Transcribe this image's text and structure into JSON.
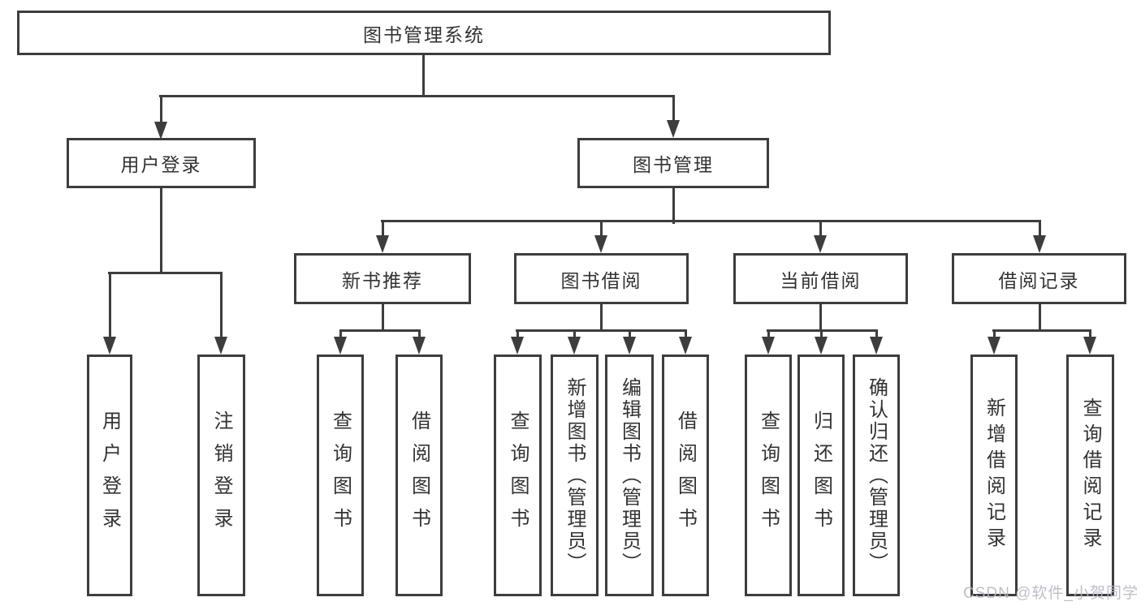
{
  "diagram": {
    "root": {
      "label": "图书管理系统"
    },
    "branches": [
      {
        "label": "用户登录",
        "children": [
          {
            "label": "用户登录"
          },
          {
            "label": "注销登录"
          }
        ]
      },
      {
        "label": "图书管理",
        "children": [
          {
            "label": "新书推荐",
            "children": [
              {
                "label": "查询图书"
              },
              {
                "label": "借阅图书"
              }
            ]
          },
          {
            "label": "图书借阅",
            "children": [
              {
                "label": "查询图书"
              },
              {
                "label": "新增图书（管理员）"
              },
              {
                "label": "编辑图书（管理员）"
              },
              {
                "label": "借阅图书"
              }
            ]
          },
          {
            "label": "当前借阅",
            "children": [
              {
                "label": "查询图书"
              },
              {
                "label": "归还图书"
              },
              {
                "label": "确认归还（管理员）"
              }
            ]
          },
          {
            "label": "借阅记录",
            "children": [
              {
                "label": "新增借阅记录"
              },
              {
                "label": "查询借阅记录"
              }
            ]
          }
        ]
      }
    ]
  },
  "watermark": {
    "text": "CSDN @软件_小贺同学"
  },
  "colors": {
    "line": "#3d3d3d",
    "text": "#333333",
    "background": "#ffffff",
    "watermark": "#b4bac1"
  }
}
